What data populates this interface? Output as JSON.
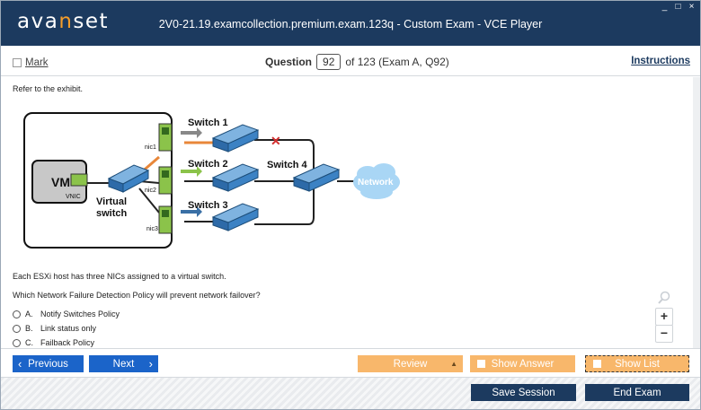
{
  "app": {
    "logo_pre": "ava",
    "logo_accent": "n",
    "logo_post": "set",
    "window_title": "2V0-21.19.examcollection.premium.exam.123q - Custom Exam - VCE Player",
    "controls": {
      "minimize": "_",
      "maximize": "□",
      "close": "×"
    }
  },
  "header": {
    "mark_label": "Mark",
    "question_label": "Question",
    "question_number": "92",
    "question_of": "of 123 (Exam A, Q92)",
    "instructions_label": "Instructions"
  },
  "content": {
    "refer_text": "Refer to the exhibit.",
    "exhibit": {
      "vm": "VM",
      "vnic": "VNIC",
      "virtual_switch_line1": "Virtual",
      "virtual_switch_line2": "switch",
      "nic1": "nic1",
      "nic2": "nic2",
      "nic3": "nic3",
      "switch1": "Switch 1",
      "switch2": "Switch 2",
      "switch3": "Switch 3",
      "switch4": "Switch 4",
      "network": "Network"
    },
    "statement": "Each ESXi host has three NICs assigned to a virtual switch.",
    "question": "Which Network Failure Detection Policy will prevent network failover?",
    "options": [
      {
        "letter": "A.",
        "text": "Notify Switches Policy"
      },
      {
        "letter": "B.",
        "text": "Link status only"
      },
      {
        "letter": "C.",
        "text": "Failback Policy"
      }
    ],
    "zoom_in": "+",
    "zoom_out": "−"
  },
  "toolbar": {
    "previous": "Previous",
    "next": "Next",
    "review": "Review",
    "show_answer": "Show Answer",
    "show_list": "Show List",
    "save_session": "Save Session",
    "end_exam": "End Exam"
  },
  "colors": {
    "titlebar": "#1c3a5f",
    "accent": "#f59d2a",
    "nav_button": "#1b64c9",
    "orange_button": "#f8b76b",
    "dark_button": "#1c3a5f"
  }
}
